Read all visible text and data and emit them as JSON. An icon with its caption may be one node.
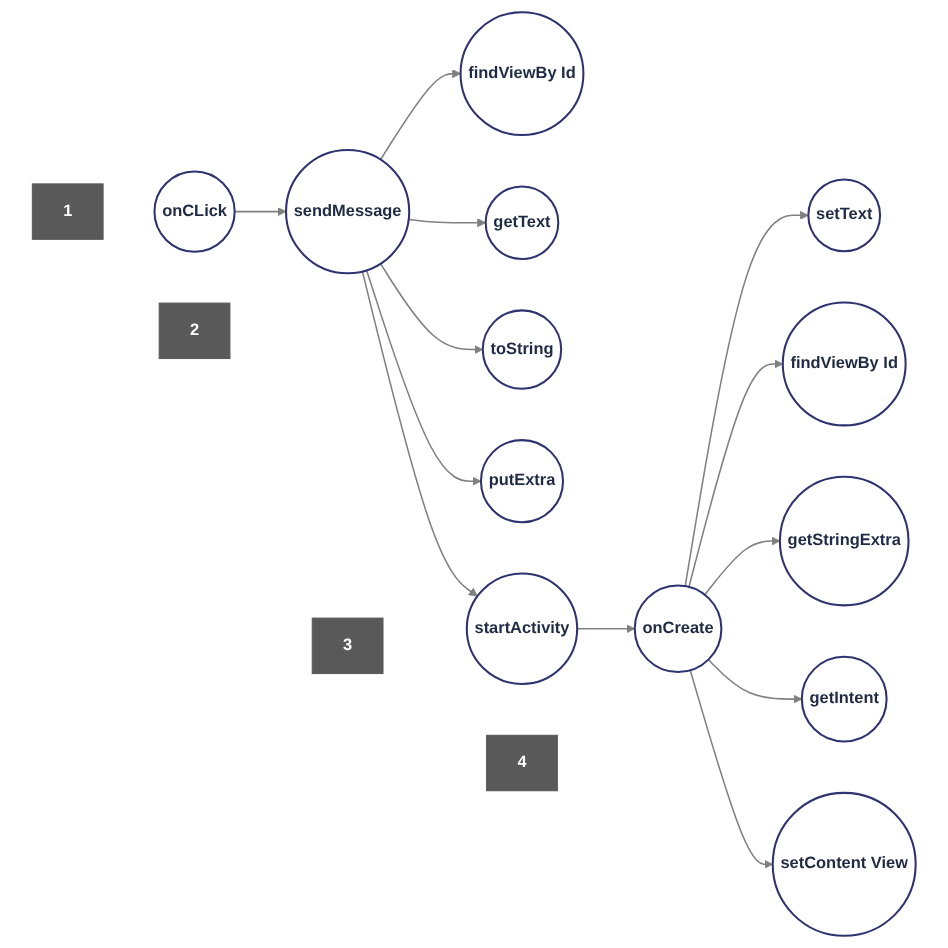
{
  "diagram": {
    "nodes": [
      {
        "text": [
          "findViewBy Id"
        ]
      },
      {
        "text": [
          "getText"
        ]
      },
      {
        "text": [
          "toString"
        ]
      },
      {
        "text": [
          "putExtra"
        ]
      },
      {
        "text": [
          "1"
        ]
      },
      {
        "text": [
          "3"
        ]
      },
      {
        "text": [
          "4"
        ]
      },
      {
        "text": [
          "onCLick"
        ]
      },
      {
        "text": [
          "sendMessage"
        ]
      },
      {
        "text": [
          "startActivity"
        ]
      },
      {
        "text": [
          "onCreate"
        ]
      },
      {
        "text": [
          "2"
        ]
      },
      {
        "text": [
          "setText"
        ]
      },
      {
        "text": [
          "findViewBy Id"
        ]
      },
      {
        "text": [
          "getStringExtra"
        ]
      },
      {
        "text": [
          "getIntent"
        ]
      },
      {
        "text": [
          "setContent View"
        ]
      }
    ],
    "edges": [
      {
        "from": 7,
        "to": 8,
        "arrow": "to"
      },
      {
        "from": 8,
        "to": 9,
        "arrow": "to"
      },
      {
        "from": 9,
        "to": 10,
        "arrow": "to"
      },
      {
        "from": 8,
        "to": 0,
        "arrow": "to"
      },
      {
        "from": 8,
        "to": 1,
        "arrow": "to"
      },
      {
        "from": 8,
        "to": 2,
        "arrow": "to"
      },
      {
        "from": 8,
        "to": 3,
        "arrow": "to"
      },
      {
        "from": 10,
        "to": 12,
        "arrow": "to"
      },
      {
        "from": 10,
        "to": 13,
        "arrow": "to"
      },
      {
        "from": 10,
        "to": 14,
        "arrow": "to"
      },
      {
        "from": 10,
        "to": 15,
        "arrow": "to"
      },
      {
        "from": 10,
        "to": 16,
        "arrow": "to"
      }
    ]
  }
}
